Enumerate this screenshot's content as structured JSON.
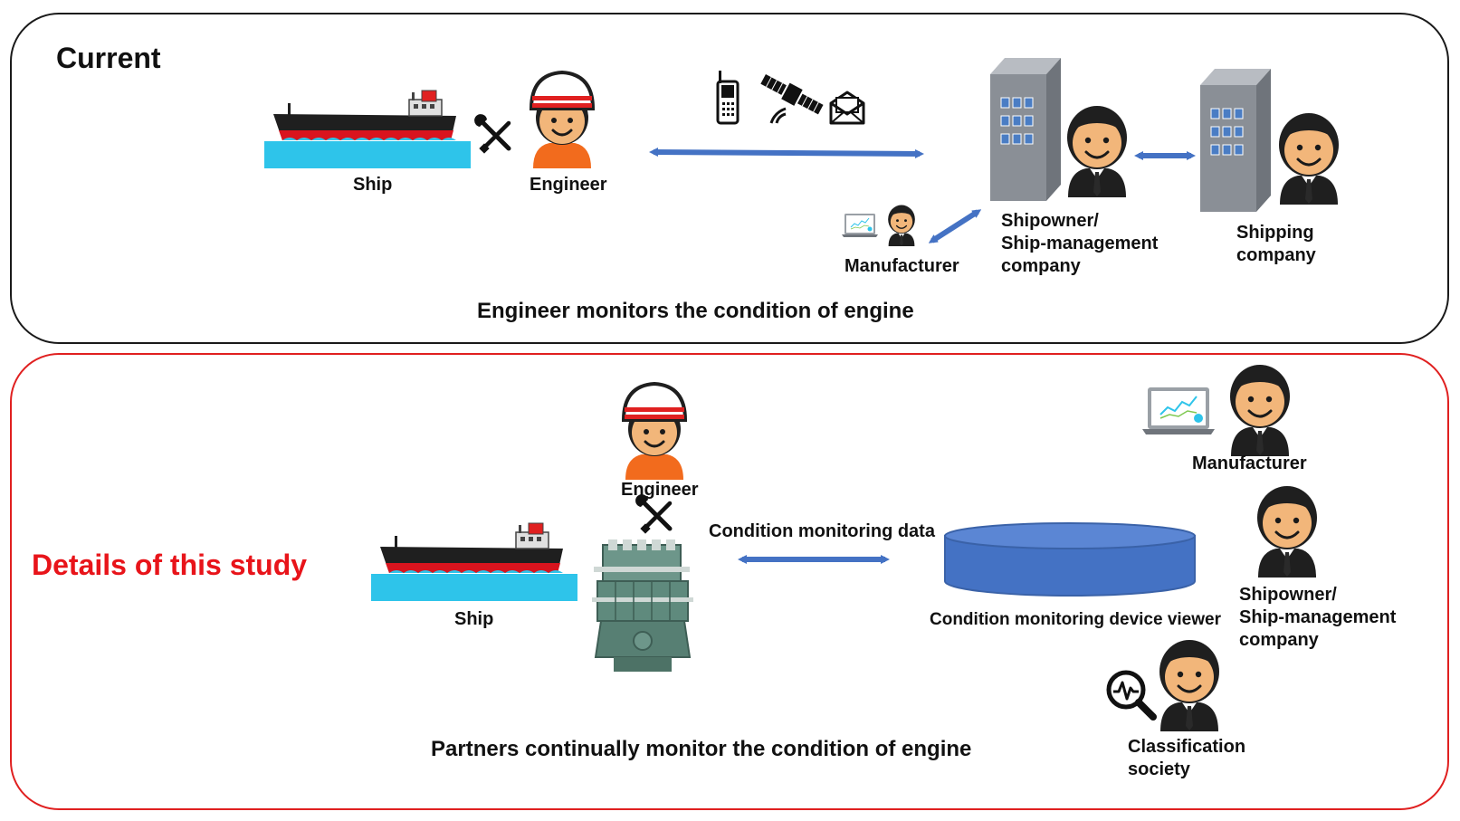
{
  "current": {
    "heading": "Current",
    "ship_label": "Ship",
    "engineer_label": "Engineer",
    "manufacturer_label": "Manufacturer",
    "shipowner_label": "Shipowner/\nShip-management\ncompany",
    "shipping_label": "Shipping\ncompany",
    "caption": "Engineer monitors the condition of engine"
  },
  "study": {
    "heading": "Details of this study",
    "engineer_label": "Engineer",
    "ship_label": "Ship",
    "arrow_label": "Condition monitoring data",
    "viewer_label": "Condition monitoring device viewer",
    "manufacturer_label": "Manufacturer",
    "shipowner_label": "Shipowner/\nShip-management\ncompany",
    "classification_label": "Classification\nsociety",
    "caption": "Partners continually monitor the condition of engine"
  },
  "colors": {
    "arrow": "#4472c4",
    "study_border": "#e02020",
    "study_heading": "#e8141a",
    "helmet_stripe": "#e02020",
    "engineer_shirt": "#f26b1d",
    "hull_red": "#d9141e",
    "water": "#2ec4ea",
    "building": "#8a8f96",
    "window": "#4a7dc4",
    "database": "#4472c4",
    "engine": "#5f8a7d"
  },
  "icons": [
    "ship-icon",
    "wrench-icon",
    "engineer-icon",
    "phone-icon",
    "satellite-icon",
    "mail-icon",
    "building-icon",
    "businessman-icon",
    "laptop-icon",
    "database-icon",
    "engine-icon",
    "magnifier-icon"
  ]
}
